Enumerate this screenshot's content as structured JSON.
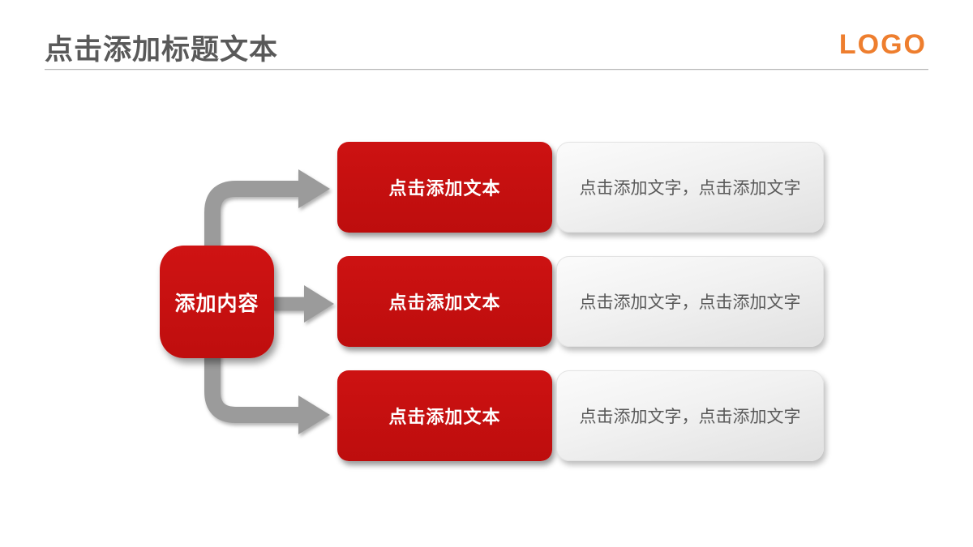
{
  "header": {
    "title": "点击添加标题文本",
    "logo": "LOGO"
  },
  "diagram": {
    "center_label": "添加内容",
    "rows": [
      {
        "label": "点击添加文本",
        "description": "点击添加文字，点击添加文字"
      },
      {
        "label": "点击添加文本",
        "description": "点击添加文字，点击添加文字"
      },
      {
        "label": "点击添加文本",
        "description": "点击添加文字，点击添加文字"
      }
    ]
  },
  "colors": {
    "box_red": "#C51212",
    "logo_orange": "#EE7E2E",
    "arrow_gray": "#9B9B9B",
    "title_gray": "#595959",
    "gray_box_fill": "#EFEFEF"
  }
}
